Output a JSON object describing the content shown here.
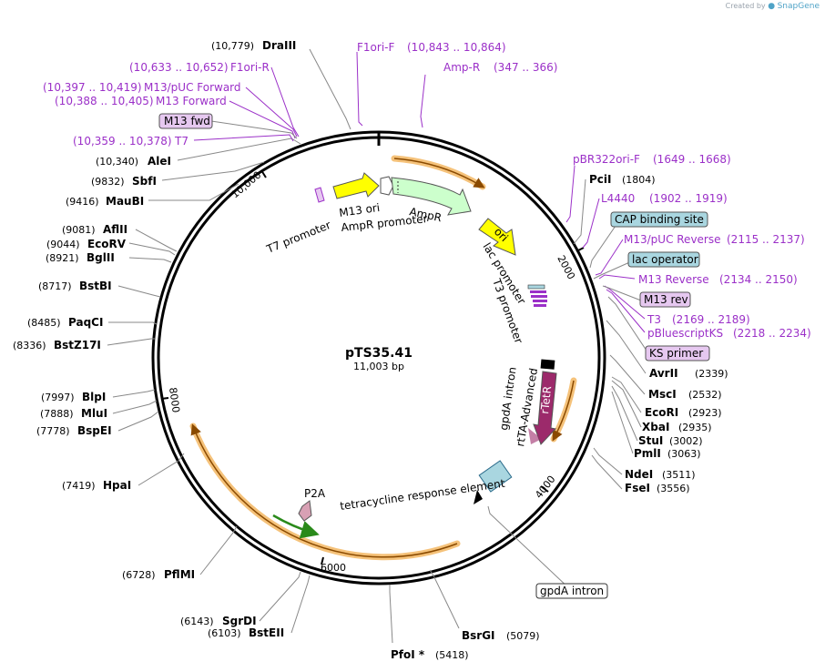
{
  "credit": {
    "prefix": "Created by",
    "brand": "SnapGene"
  },
  "plasmid": {
    "name": "pTS35.41",
    "size_label": "11,003 bp"
  },
  "ticks": {
    "t2000": "2000",
    "t4000": "4000",
    "t6000": "6000",
    "t8000": "8000",
    "t10000": "10,000"
  },
  "sites_left": [
    {
      "pos": "(10,779)",
      "name": "DraIII"
    },
    {
      "pos": "(10,340)",
      "name": "AleI"
    },
    {
      "pos": "(9832)",
      "name": "SbfI"
    },
    {
      "pos": "(9416)",
      "name": "MauBI"
    },
    {
      "pos": "(9081)",
      "name": "AflII"
    },
    {
      "pos": "(9044)",
      "name": "EcoRV"
    },
    {
      "pos": "(8921)",
      "name": "BglII"
    },
    {
      "pos": "(8717)",
      "name": "BstBI"
    },
    {
      "pos": "(8485)",
      "name": "PaqCI"
    },
    {
      "pos": "(8336)",
      "name": "BstZ17I"
    },
    {
      "pos": "(7997)",
      "name": "BlpI"
    },
    {
      "pos": "(7888)",
      "name": "MluI"
    },
    {
      "pos": "(7778)",
      "name": "BspEI"
    },
    {
      "pos": "(7419)",
      "name": "HpaI"
    },
    {
      "pos": "(6728)",
      "name": "PflMI"
    },
    {
      "pos": "(6143)",
      "name": "SgrDI"
    },
    {
      "pos": "(6103)",
      "name": "BstEII"
    }
  ],
  "sites_right": [
    {
      "name": "PciI",
      "pos": "(1804)"
    },
    {
      "name": "AvrII",
      "pos": "(2339)"
    },
    {
      "name": "MscI",
      "pos": "(2532)"
    },
    {
      "name": "EcoRI",
      "pos": "(2923)"
    },
    {
      "name": "XbaI",
      "pos": "(2935)"
    },
    {
      "name": "StuI",
      "pos": "(3002)"
    },
    {
      "name": "PmlI",
      "pos": "(3063)"
    },
    {
      "name": "NdeI",
      "pos": "(3511)"
    },
    {
      "name": "FseI",
      "pos": "(3556)"
    },
    {
      "name": "BsrGI",
      "pos": "(5079)"
    },
    {
      "name": "PfoI *",
      "pos": "(5418)"
    }
  ],
  "primers_left": [
    {
      "range": "(10,633 .. 10,652)",
      "name": "F1ori-R"
    },
    {
      "range": "(10,397 .. 10,419)",
      "name": "M13/pUC Forward"
    },
    {
      "range": "(10,388 .. 10,405)",
      "name": "M13 Forward"
    },
    {
      "range": "(10,359 .. 10,378)",
      "name": "T7"
    }
  ],
  "primers_top": [
    {
      "name": "F1ori-F",
      "range": "(10,843 .. 10,864)"
    },
    {
      "name": "Amp-R",
      "range": "(347 .. 366)"
    }
  ],
  "primers_right": [
    {
      "name": "pBR322ori-F",
      "range": "(1649 .. 1668)"
    },
    {
      "name": "L4440",
      "range": "(1902 .. 1919)"
    },
    {
      "name": "M13/pUC Reverse",
      "range": "(2115 .. 2137)"
    },
    {
      "name": "M13 Reverse",
      "range": "(2134 .. 2150)"
    },
    {
      "name": "T3",
      "range": "(2169 .. 2189)"
    },
    {
      "name": "pBluescriptKS",
      "range": "(2218 .. 2234)"
    }
  ],
  "boxed_labels": {
    "m13_fwd": "M13 fwd",
    "cap_binding_site": "CAP binding site",
    "lac_operator": "lac operator",
    "m13_rev": "M13 rev",
    "ks_primer": "KS primer",
    "gpda_intron": "gpdA intron"
  },
  "features": {
    "t7_promoter": "T7 promoter",
    "m13_ori": "M13 ori",
    "ampr_promoter": "AmpR promoter",
    "ampr": "AmpR",
    "ori": "ori",
    "lac_promoter": "lac promoter",
    "t3_promoter": "T3 promoter",
    "gpda_intron": "gpdA intron",
    "rtta_advanced": "rtTA-Advanced",
    "rtetr": "rTetR",
    "tre": "tetracycline response element",
    "p2a": "P2A"
  },
  "colors": {
    "primer": "#9b30c8",
    "orange_arc": "#f5c27a",
    "yellow": "#ffff00",
    "green_light": "#ccffcc",
    "magenta": "#9c2a6b",
    "boxed_blue": "#a9d6e0",
    "boxed_purple": "#e6c8f0",
    "p2a": "#d8a0b4"
  }
}
